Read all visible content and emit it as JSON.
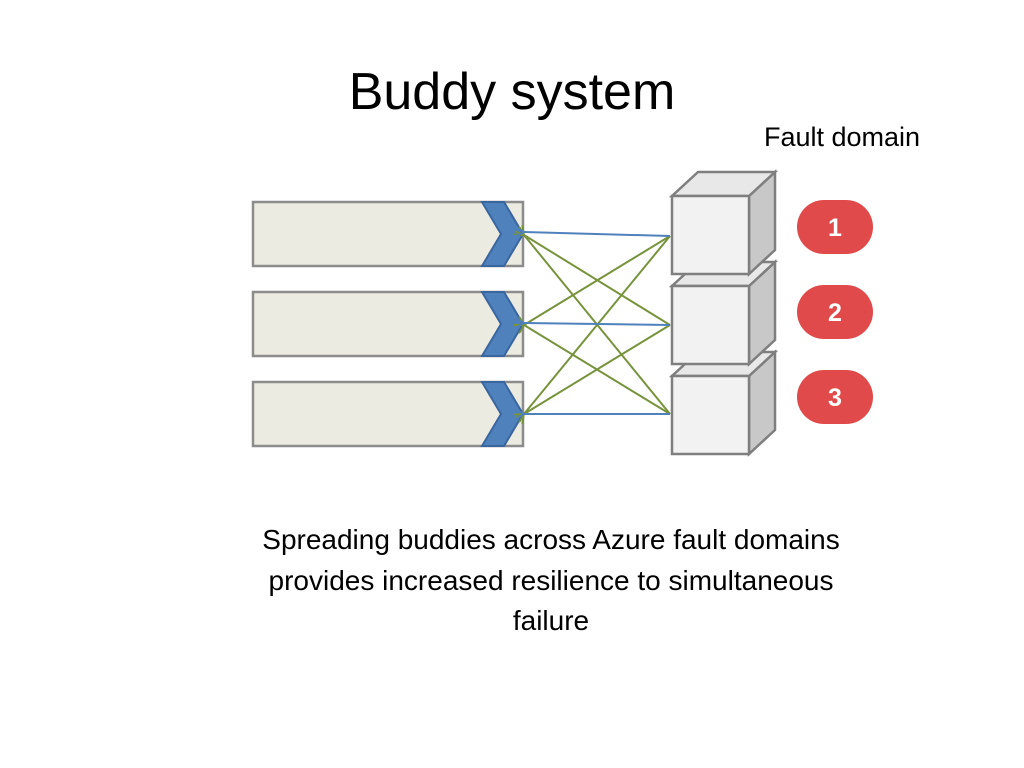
{
  "slide": {
    "title": "Buddy system",
    "fault_domain_label": "Fault domain",
    "caption": "Spreading buddies across Azure fault domains provides increased resilience to simultaneous failure"
  },
  "fault_domains": [
    "1",
    "2",
    "3"
  ],
  "colors": {
    "bar_fill": "#ecebe2",
    "bar_stroke": "#8c8c8c",
    "chevron_fill": "#4f81bd",
    "chevron_stroke": "#3a66a0",
    "server_front": "#f2f2f2",
    "server_top": "#e8e8e8",
    "server_side": "#c8c8c8",
    "server_stroke": "#7f7f7f",
    "direct_link": "#4f81bd",
    "cross_link": "#77933c",
    "badge_fill": "#e04a4a"
  }
}
